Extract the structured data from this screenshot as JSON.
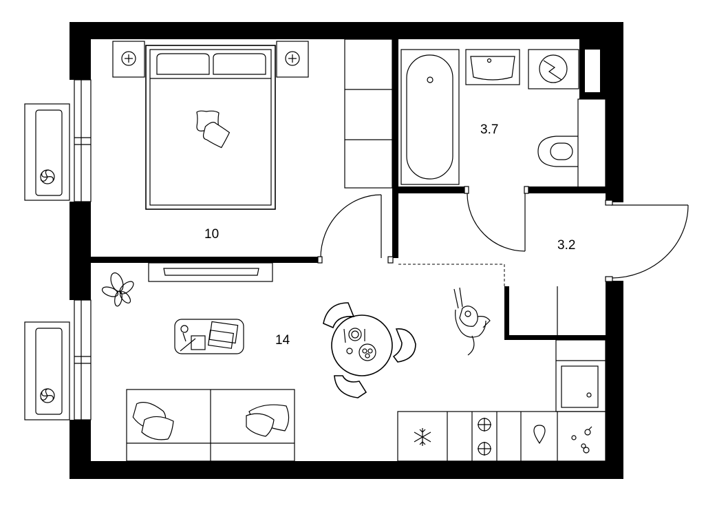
{
  "rooms": {
    "bedroom": {
      "area": "10"
    },
    "living": {
      "area": "14"
    },
    "bathroom": {
      "area": "3.7"
    },
    "hallway": {
      "area": "3.2"
    }
  },
  "icons": [
    "bed-icon",
    "nightstand-lamp-icon",
    "pillow-icon",
    "wardrobe-icon",
    "bathtub-icon",
    "sink-icon",
    "washing-machine-icon",
    "toilet-icon",
    "tv-icon",
    "plant-icon",
    "desk-laptop-icon",
    "dining-table-icon",
    "chair-icon",
    "sofa-icon",
    "cat-icon",
    "fridge-snowflake-icon",
    "stove-burner-icon",
    "faucet-drop-icon",
    "fan-icon"
  ],
  "colors": {
    "wall": "#000000",
    "background": "#ffffff"
  }
}
